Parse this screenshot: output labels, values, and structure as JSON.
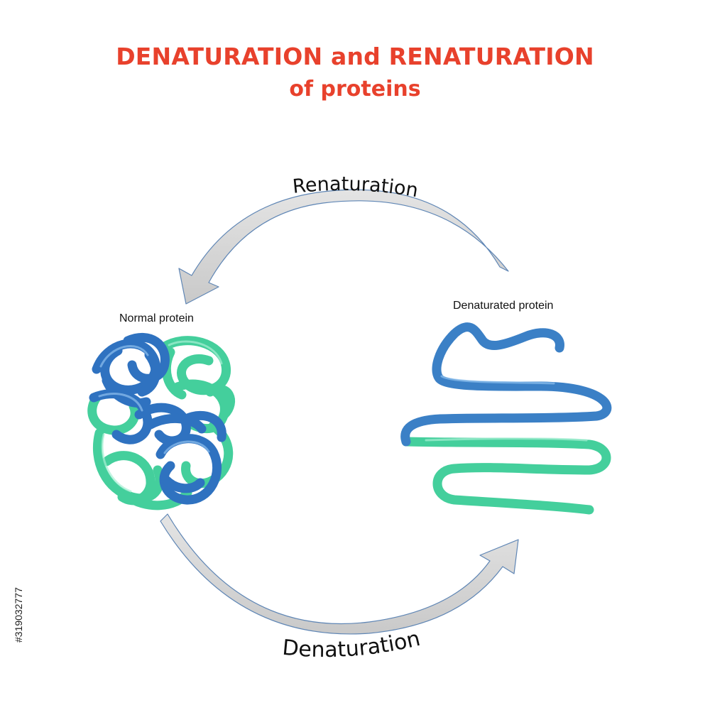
{
  "title": {
    "line1": "DENATURATION and RENATURATION",
    "line2": "of proteins",
    "color": "#e8412c"
  },
  "process": {
    "renaturation_label": "Renaturation",
    "denaturation_label": "Denaturation"
  },
  "states": {
    "normal_label": "Normal protein",
    "denaturated_label": "Denaturated protein"
  },
  "colors": {
    "blue_strand": "#3f86c9",
    "green_strand": "#4ad3a0",
    "arrow_fill": "#d6d6d6",
    "arrow_stroke": "#5f86b5"
  },
  "stock_id": "#319032777"
}
